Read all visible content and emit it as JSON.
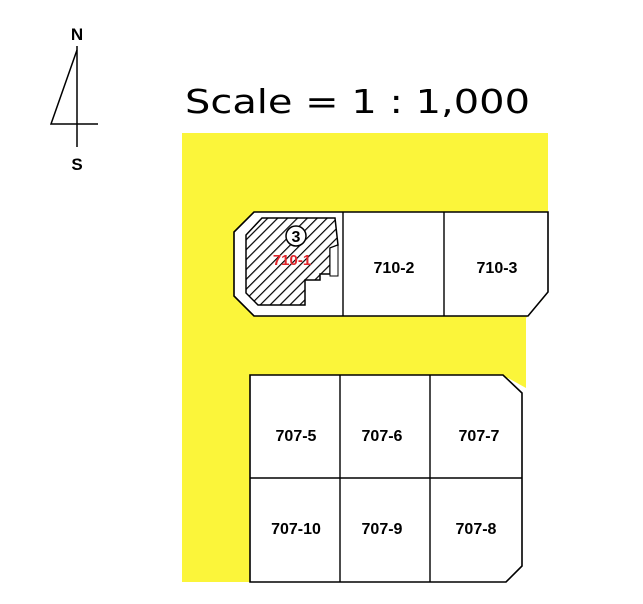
{
  "compass": {
    "north": "N",
    "south": "S"
  },
  "scale_text": "Scale = 1 : 1,000",
  "colors": {
    "road": "#fbf53a",
    "highlight_label": "#e0242a",
    "line": "#000000"
  },
  "subject": {
    "lot": "710-1",
    "marker": "3"
  },
  "parcels_top": [
    "710-2",
    "710-3"
  ],
  "parcels_bottom_row1": [
    "707-5",
    "707-6",
    "707-7"
  ],
  "parcels_bottom_row2": [
    "707-10",
    "707-9",
    "707-8"
  ]
}
